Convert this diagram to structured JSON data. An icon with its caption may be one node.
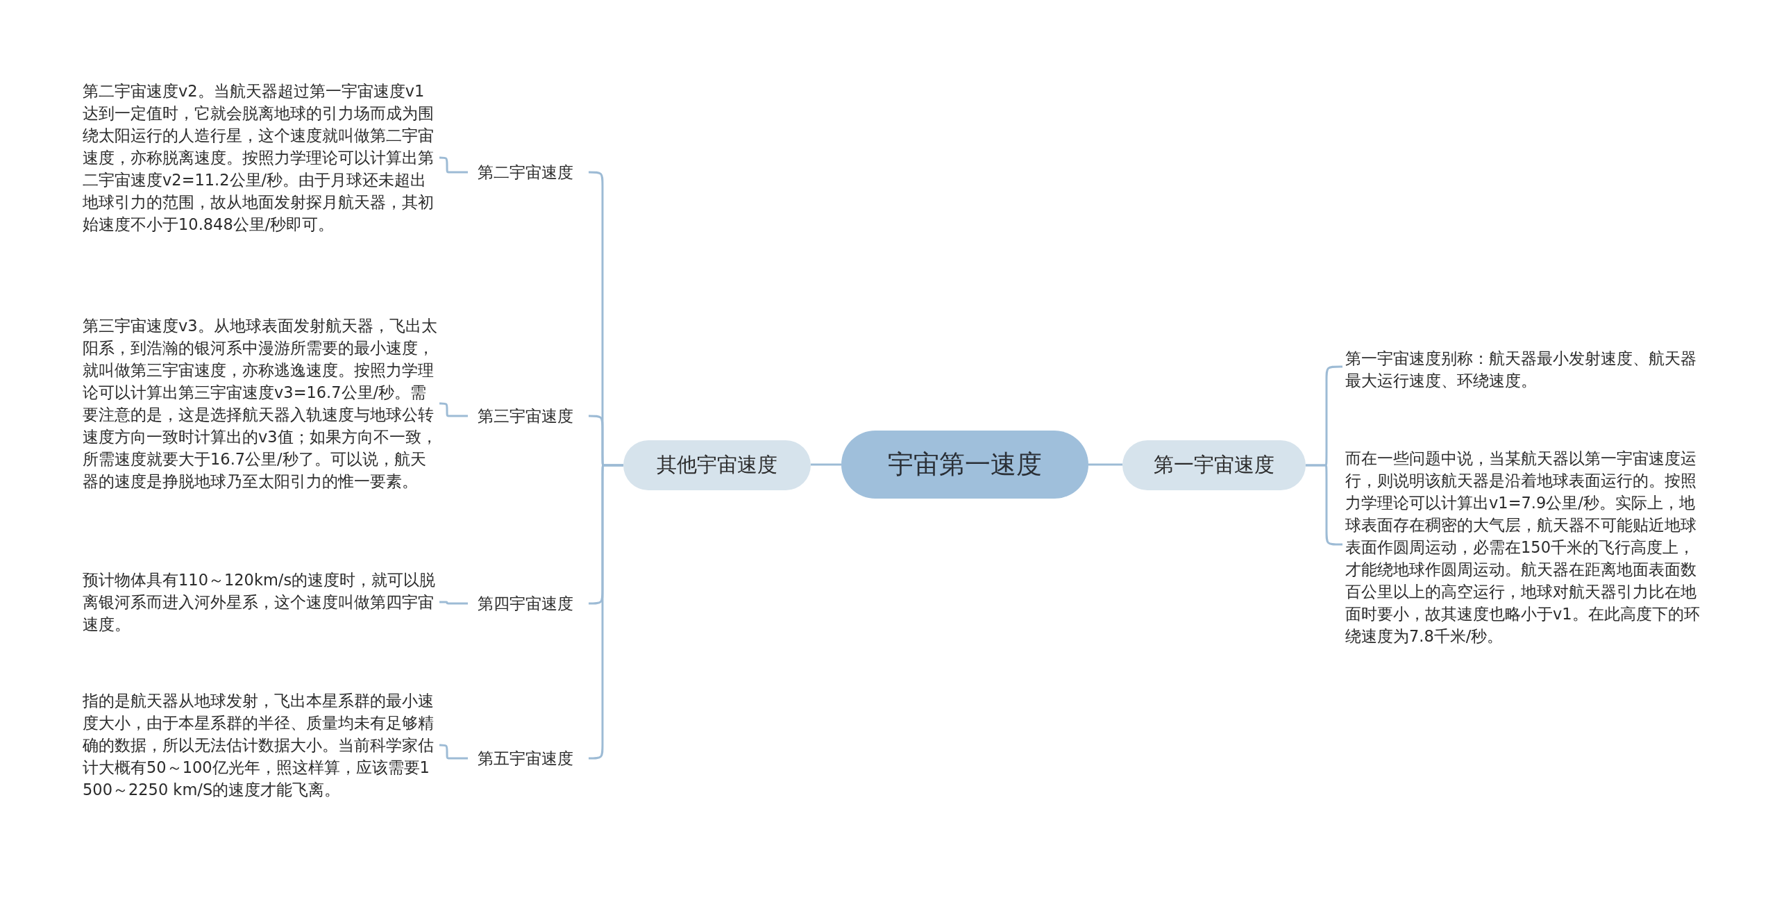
{
  "diagram": {
    "nodes": [
      {
        "text": [
          "宇宙第一速度"
        ]
      },
      {
        "text": [
          "其他宇宙速度"
        ]
      },
      {
        "text": [
          "第二宇宙速度"
        ]
      },
      {
        "text": [
          "第二宇宙速度v2。当航天器超过第一宇宙速度v1达到一定值时，它就会脱离地球的引力场而成为围绕太阳运行的人造行星，这个速度就叫做第二宇宙速度，亦称脱离速度。按照力学理论可以计算出第二宇宙速度v2=11.2公里/秒。由于月球还未超出地球引力的范围，故从地面发射探月航天器，其初始速度不小于10.848公里/秒即可。"
        ]
      },
      {
        "text": [
          "第三宇宙速度"
        ]
      },
      {
        "text": [
          "第三宇宙速度v3。从地球表面发射航天器，飞出太阳系，到浩瀚的银河系中漫游所需要的最小速度，就叫做第三宇宙速度，亦称逃逸速度。按照力学理论可以计算出第三宇宙速度v3=16.7公里/秒。需要注意的是，这是选择航天器入轨速度与地球公转速度方向一致时计算出的v3值；如果方向不一致，所需速度就要大于16.7公里/秒了。可以说，航天器的速度是挣脱地球乃至太阳引力的惟一要素。"
        ]
      },
      {
        "text": [
          "第四宇宙速度"
        ]
      },
      {
        "text": [
          "预计物体具有110～120km/s的速度时，就可以脱离银河系而进入河外星系，这个速度叫做第四宇宙速度。"
        ]
      },
      {
        "text": [
          "第五宇宙速度"
        ]
      },
      {
        "text": [
          "指的是航天器从地球发射，飞出本星系群的最小速度大小，由于本星系群的半径、质量均未有足够精确的数据，所以无法估计数据大小。当前科学家估计大概有50～100亿光年，照这样算，应该需要1500～2250 km/S的速度才能飞离。"
        ]
      },
      {
        "text": [
          "第一宇宙速度"
        ]
      },
      {
        "text": [
          "第一宇宙速度别称：航天器最小发射速度、航天器最大运行速度、环绕速度。"
        ]
      },
      {
        "text": [
          "而在一些问题中说，当某航天器以第一宇宙速度运行，则说明该航天器是沿着地球表面运行的。按照力学理论可以计算出v1=7.9公里/秒。实际上，地球表面存在稠密的大气层，航天器不可能贴近地球表面作圆周运动，必需在150千米的飞行高度上，才能绕地球作圆周运动。航天器在距离地面表面数百公里以上的高空运行，地球对航天器引力比在地面时要小，故其速度也略小于v1。在此高度下的环绕速度为7.8千米/秒。"
        ]
      }
    ],
    "edges": [
      {
        "from": 0,
        "to": 1,
        "arrow": "none"
      },
      {
        "from": 1,
        "to": 2,
        "arrow": "none"
      },
      {
        "from": 2,
        "to": 3,
        "arrow": "none"
      },
      {
        "from": 1,
        "to": 4,
        "arrow": "none"
      },
      {
        "from": 4,
        "to": 5,
        "arrow": "none"
      },
      {
        "from": 1,
        "to": 6,
        "arrow": "none"
      },
      {
        "from": 6,
        "to": 7,
        "arrow": "none"
      },
      {
        "from": 1,
        "to": 8,
        "arrow": "none"
      },
      {
        "from": 8,
        "to": 9,
        "arrow": "none"
      },
      {
        "from": 0,
        "to": 10,
        "arrow": "none"
      },
      {
        "from": 10,
        "to": 11,
        "arrow": "none"
      },
      {
        "from": 10,
        "to": 12,
        "arrow": "none"
      }
    ]
  }
}
